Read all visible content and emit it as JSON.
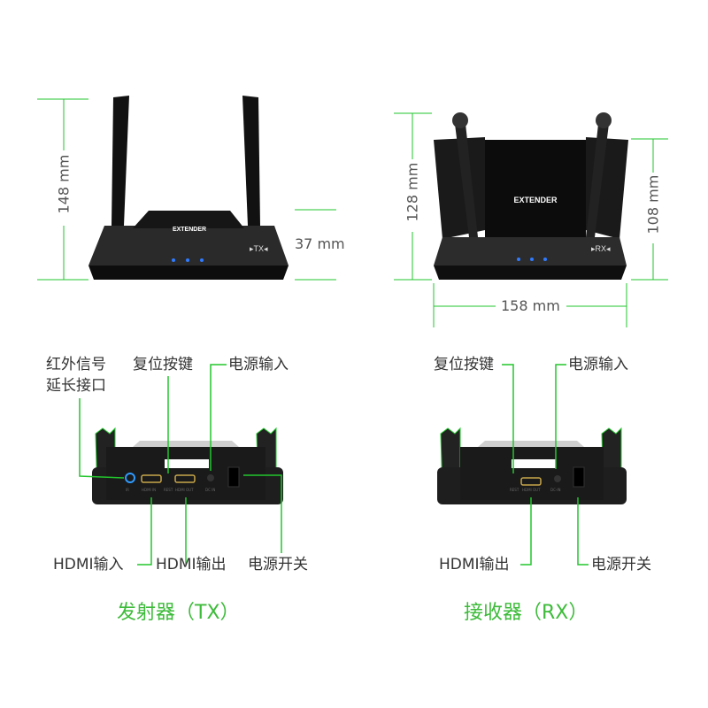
{
  "colors": {
    "accent": "#22c52d",
    "title": "#3dbb3a",
    "device": "#1b1b1b",
    "led": "#2f7bff"
  },
  "tx": {
    "front": {
      "height_label": "148 mm",
      "depth_label": "37 mm",
      "logo_text": "EXTENDER",
      "badge": "TX"
    },
    "back": {
      "labels": {
        "ir": "红外信号",
        "ir2": "延长接口",
        "reset": "复位按键",
        "dc_in": "电源输入",
        "hdmi_in": "HDMI输入",
        "hdmi_out": "HDMI输出",
        "power_switch": "电源开关"
      },
      "port_text": {
        "ir": "IR",
        "hdmi_in": "HDMI IN",
        "rest": "REST",
        "hdmi_out": "HDMI OUT",
        "dc_in": "DC IN"
      }
    },
    "title": "发射器（TX）"
  },
  "rx": {
    "front": {
      "height_label": "128 mm",
      "body_height_label": "108 mm",
      "width_label": "158 mm",
      "logo_text": "EXTENDER",
      "badge": "RX"
    },
    "back": {
      "labels": {
        "reset": "复位按键",
        "dc_in": "电源输入",
        "hdmi_out": "HDMI输出",
        "power_switch": "电源开关"
      },
      "port_text": {
        "rest": "REST",
        "hdmi_out": "HDMI OUT",
        "dc_in": "DC-IN"
      }
    },
    "title": "接收器（RX）"
  }
}
